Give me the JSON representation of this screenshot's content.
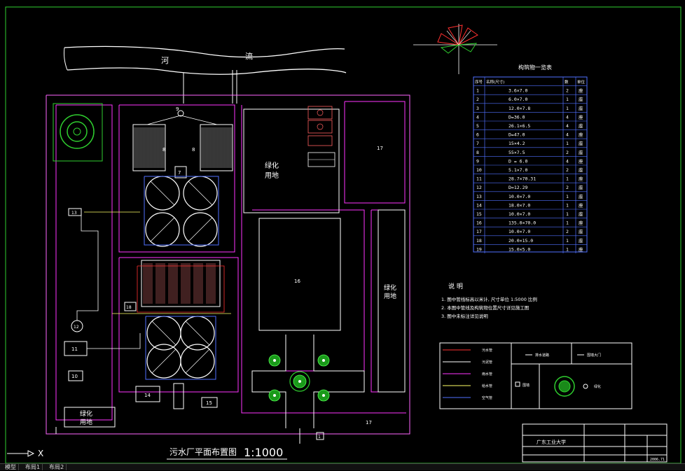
{
  "drawing": {
    "title": "污水厂平面布置图",
    "scale": "1:1000",
    "river_chars": [
      "河",
      "流"
    ],
    "green_area_1": [
      "绿化",
      "用地"
    ],
    "green_area_2": [
      "绿化",
      "用地"
    ],
    "green_area_3": [
      "绿化",
      "用地"
    ],
    "unit_numbers": [
      "1",
      "2",
      "3",
      "4",
      "5",
      "6",
      "7",
      "8",
      "9",
      "10",
      "11",
      "12",
      "13",
      "14",
      "15",
      "16",
      "17",
      "18"
    ],
    "label_9": "9",
    "label_7": "7",
    "label_8a": "8",
    "label_8b": "8",
    "label_16": "16",
    "label_17a": "17",
    "label_17b": "17",
    "label_18": "18",
    "label_11": "11",
    "label_10": "10",
    "label_14": "14",
    "label_15": "15",
    "label_13": "13",
    "label_12": "12",
    "label_1": "1",
    "axis_x": "X"
  },
  "structures_table": {
    "title": "构筑物一览表",
    "headers": [
      "序号",
      "名称(尺寸)",
      "数",
      "单位"
    ],
    "rows": [
      {
        "no": "1",
        "size": "3.6×7.0",
        "qty": "2",
        "unit": "座"
      },
      {
        "no": "2",
        "size": "6.0×7.0",
        "qty": "1",
        "unit": "座"
      },
      {
        "no": "3",
        "size": "12.0×7.8",
        "qty": "1",
        "unit": "座"
      },
      {
        "no": "4",
        "size": "D=36.0",
        "qty": "4",
        "unit": "座"
      },
      {
        "no": "5",
        "size": "26.1×6.5",
        "qty": "4",
        "unit": "座"
      },
      {
        "no": "6",
        "size": "D=47.0",
        "qty": "4",
        "unit": "座"
      },
      {
        "no": "7",
        "size": "15×4.2",
        "qty": "1",
        "unit": "座"
      },
      {
        "no": "8",
        "size": "55×7.5",
        "qty": "2",
        "unit": "座"
      },
      {
        "no": "9",
        "size": "D = 6.0",
        "qty": "4",
        "unit": "座"
      },
      {
        "no": "10",
        "size": "5.1×7.0",
        "qty": "2",
        "unit": "座"
      },
      {
        "no": "11",
        "size": "28.7×70.31",
        "qty": "1",
        "unit": "座"
      },
      {
        "no": "12",
        "size": "D=12.29",
        "qty": "2",
        "unit": "座"
      },
      {
        "no": "13",
        "size": "10.0×7.0",
        "qty": "1",
        "unit": "座"
      },
      {
        "no": "14",
        "size": "18.0×7.0",
        "qty": "1",
        "unit": "座"
      },
      {
        "no": "15",
        "size": "10.0×7.0",
        "qty": "1",
        "unit": "座"
      },
      {
        "no": "16",
        "size": "135.0×70.0",
        "qty": "1",
        "unit": "座"
      },
      {
        "no": "17",
        "size": "10.0×7.0",
        "qty": "2",
        "unit": "座"
      },
      {
        "no": "18",
        "size": "20.0×15.0",
        "qty": "1",
        "unit": "座"
      },
      {
        "no": "19",
        "size": "15.0×5.0",
        "qty": "1",
        "unit": "座"
      }
    ]
  },
  "notes": {
    "title": "说  明",
    "items": [
      "1. 图中管线标高以米计, 尺寸单位 1:5000 比例",
      "2. 本图中管线及构筑物位置尺寸详见施工图",
      "3. 图中未标注详见说明"
    ]
  },
  "legend": {
    "left_items": [
      "污水管",
      "污泥管",
      "雨水管",
      "给水管",
      "空气管"
    ],
    "right_top_1": "排水道路",
    "right_top_2": "围墙大门",
    "gate_label": "围墙",
    "tree_label": "绿化"
  },
  "title_block": {
    "school": "广东工业大学",
    "drawing_no": "2006.71"
  },
  "colors": {
    "frame": "#00ff00",
    "wall": "#ff66ff",
    "road": "#ff00ff",
    "pipe_red": "#ff3030",
    "pipe_yellow": "#ffff66",
    "pipe_blue": "#5070ff",
    "tree": "#00ff00"
  },
  "status_tabs": [
    "模型",
    "布局1",
    "布局2"
  ]
}
